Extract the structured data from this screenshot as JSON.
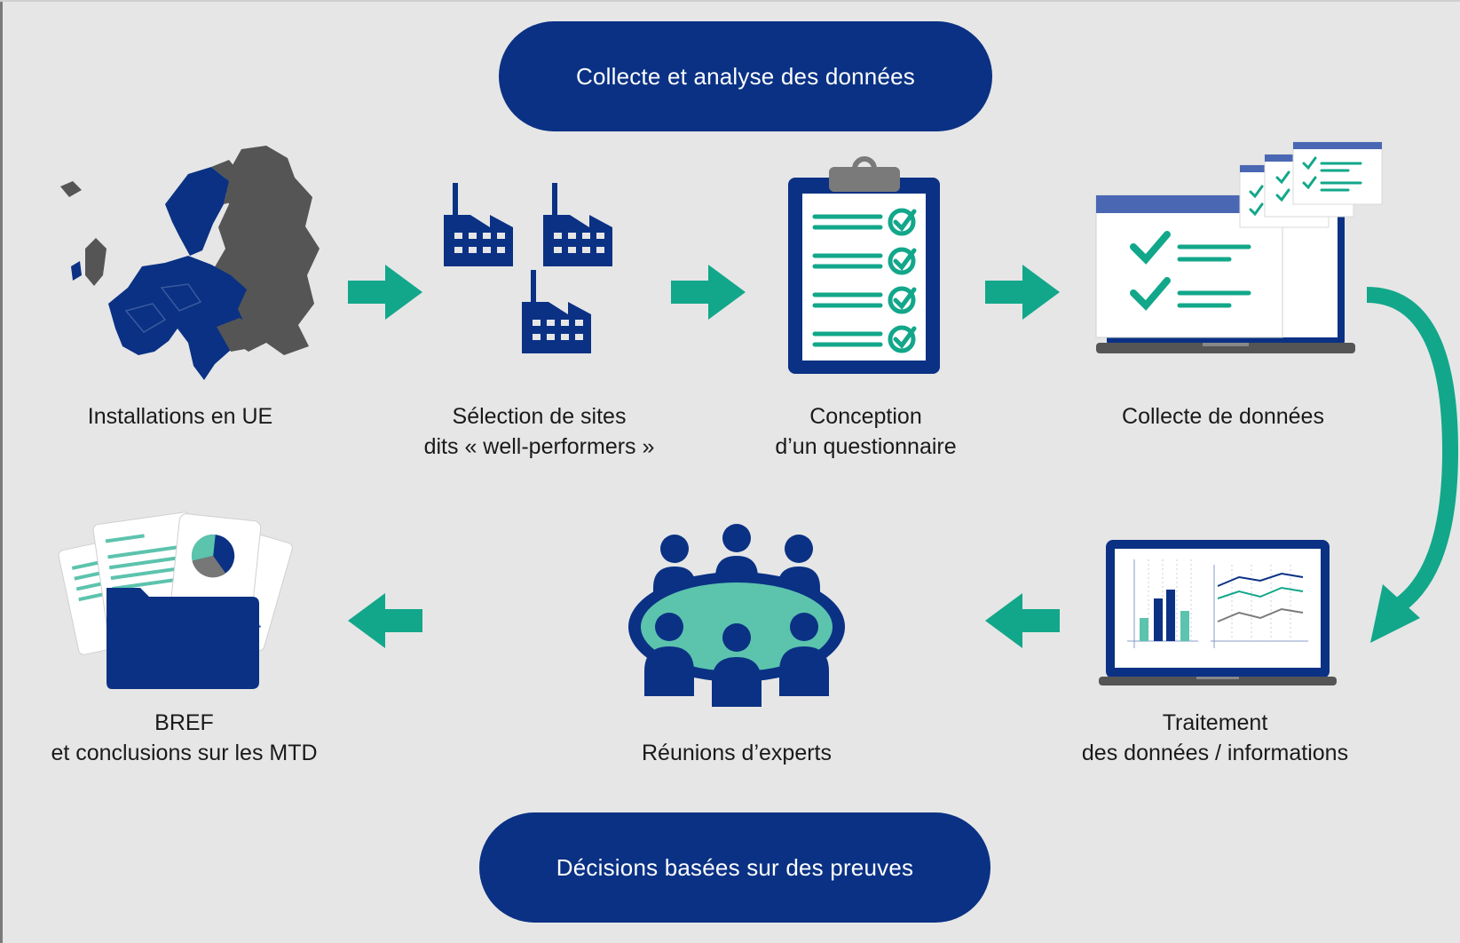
{
  "header": {
    "title": "Collecte et analyse des données"
  },
  "footer": {
    "title": "Décisions basées sur des preuves"
  },
  "steps": [
    {
      "icon": "europe-map-icon",
      "lines": [
        "Installations en UE"
      ]
    },
    {
      "icon": "factories-icon",
      "lines": [
        "Sélection de sites",
        "dits « well-performers »"
      ]
    },
    {
      "icon": "clipboard-checklist-icon",
      "lines": [
        "Conception",
        "d’un questionnaire"
      ]
    },
    {
      "icon": "laptop-forms-icon",
      "lines": [
        "Collecte de données"
      ]
    },
    {
      "icon": "laptop-charts-icon",
      "lines": [
        "Traitement",
        "des données / informations"
      ]
    },
    {
      "icon": "meeting-table-icon",
      "lines": [
        "Réunions d’experts"
      ]
    },
    {
      "icon": "documents-folder-icon",
      "lines": [
        "BREF",
        "et conclusions sur les MTD"
      ]
    }
  ],
  "colors": {
    "navy": "#0a3184",
    "teal": "#12a78a",
    "mint": "#5cc3ad",
    "gray": "#555555",
    "background": "#e6e6e6"
  }
}
